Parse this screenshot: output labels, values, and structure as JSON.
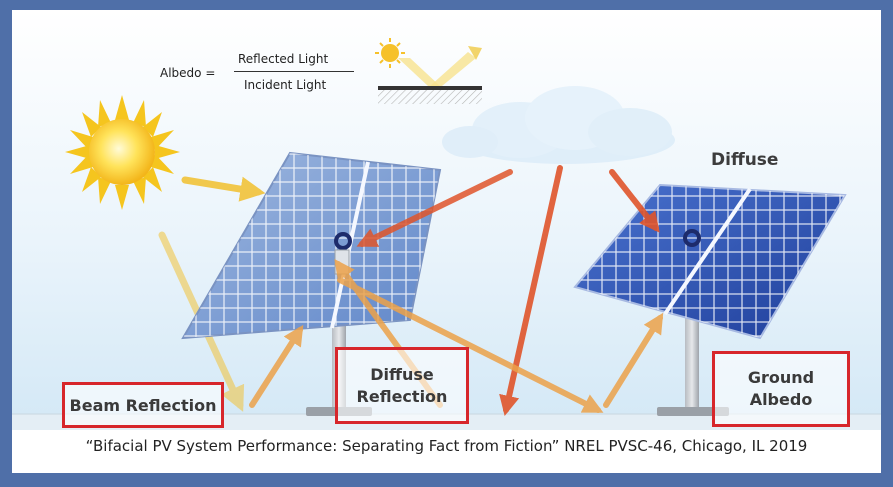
{
  "formula": {
    "lhs": "Albedo =",
    "numerator": "Reflected Light",
    "denominator": "Incident Light"
  },
  "labels": {
    "diffuse": "Diffuse",
    "beam_reflection": "Beam Reflection",
    "diffuse_reflection_line1": "Diffuse",
    "diffuse_reflection_line2": "Reflection",
    "ground_albedo_line1": "Ground",
    "ground_albedo_line2": "Albedo"
  },
  "caption": "“Bifacial PV System Performance: Separating Fact from  Fiction” NREL PVSC-46, Chicago, IL 2019",
  "colors": {
    "frame": "#4f6fa8",
    "highlight_box": "#d7262b",
    "direct_arrow": "#f2c33a",
    "diffuse_arrow": "#e0552b",
    "reflect_arrow": "#eca24a",
    "panel_blue": "#2b4fb0"
  }
}
